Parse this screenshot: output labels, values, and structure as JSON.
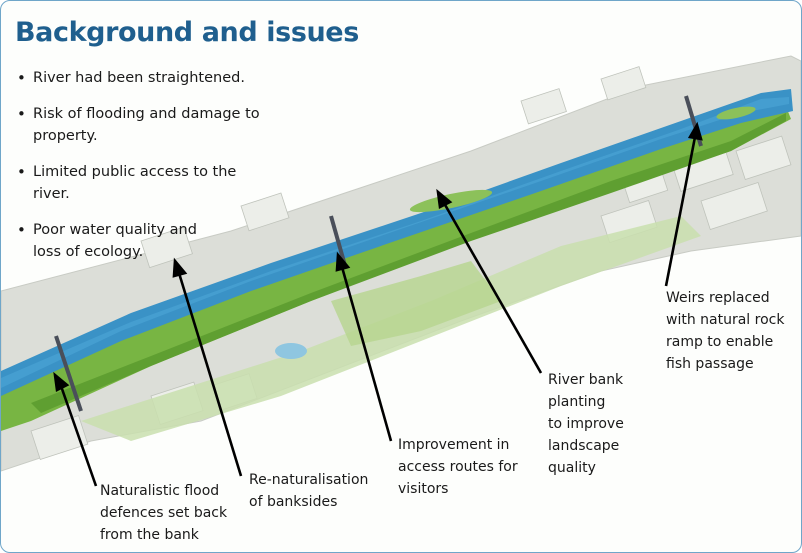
{
  "title": "Background and issues",
  "issues": [
    "River had been straightened.",
    "Risk of flooding and damage to property.",
    "Limited public access to the river.",
    "Poor water quality and\nloss of ecology."
  ],
  "callouts": {
    "flood_defences": "Naturalistic flood\ndefences set back\nfrom the bank",
    "renaturalisation": "Re-naturalisation\nof banksides",
    "access_routes": "Improvement in\naccess routes for\nvisitors",
    "bank_planting": "River bank\nplanting\nto improve\nlandscape\nquality",
    "weirs": "Weirs replaced\nwith natural rock\nramp to enable\nfish passage"
  },
  "colors": {
    "title": "#1f5f8e",
    "river": "#3a92c6",
    "green_bank": "#6fae3a",
    "urban": "#d6d9d4",
    "frame": "#6fa6c9"
  }
}
